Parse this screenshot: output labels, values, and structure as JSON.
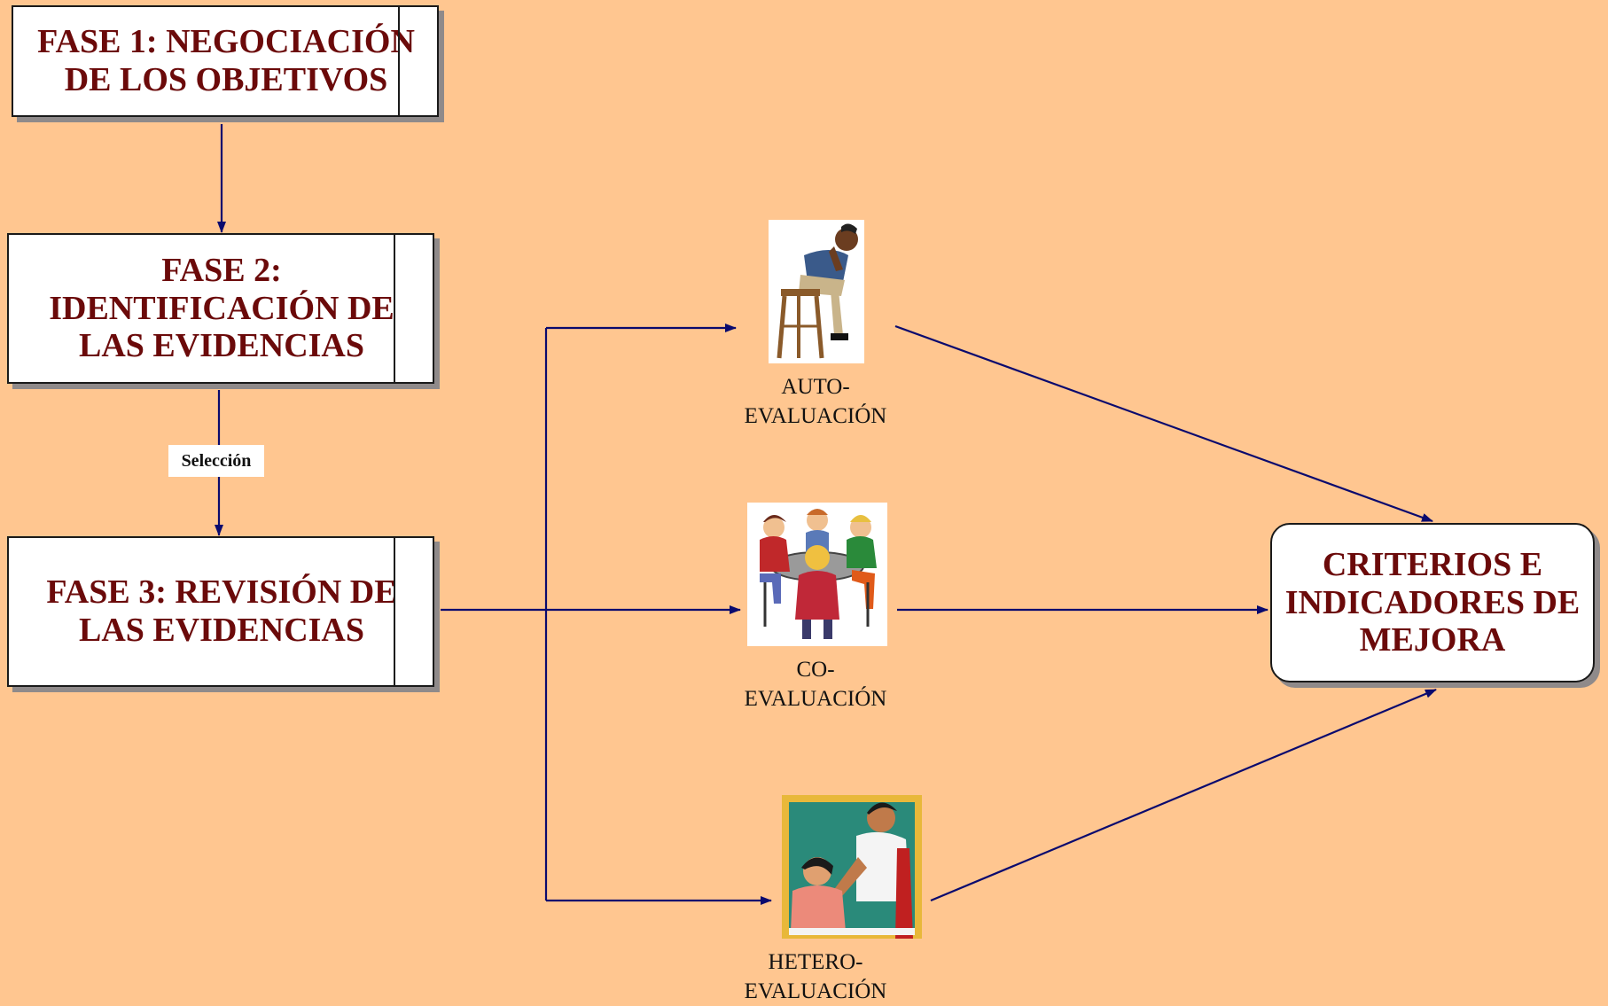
{
  "colors": {
    "background": "#FFC690",
    "box_text": "#6b0a0a",
    "connector": "#0a0a6e",
    "box_fill": "#FFFFFF"
  },
  "phases": [
    {
      "label": "FASE 1: NEGOCIACIÓN\nDE LOS OBJETIVOS"
    },
    {
      "label": "FASE 2:\nIDENTIFICACIÓN DE\nLAS EVIDENCIAS"
    },
    {
      "label": "FASE 3: REVISIÓN DE\nLAS EVIDENCIAS"
    }
  ],
  "selection_label": "Selección",
  "methods": [
    {
      "label": "AUTO-\nEVALUACIÓN",
      "icon": "thinking-man-icon"
    },
    {
      "label": "CO-\nEVALUACIÓN",
      "icon": "group-discussion-icon"
    },
    {
      "label": "HETERO-\nEVALUACIÓN",
      "icon": "teacher-student-icon"
    }
  ],
  "result": {
    "label": "CRITERIOS E\nINDICADORES DE\nMEJORA"
  }
}
